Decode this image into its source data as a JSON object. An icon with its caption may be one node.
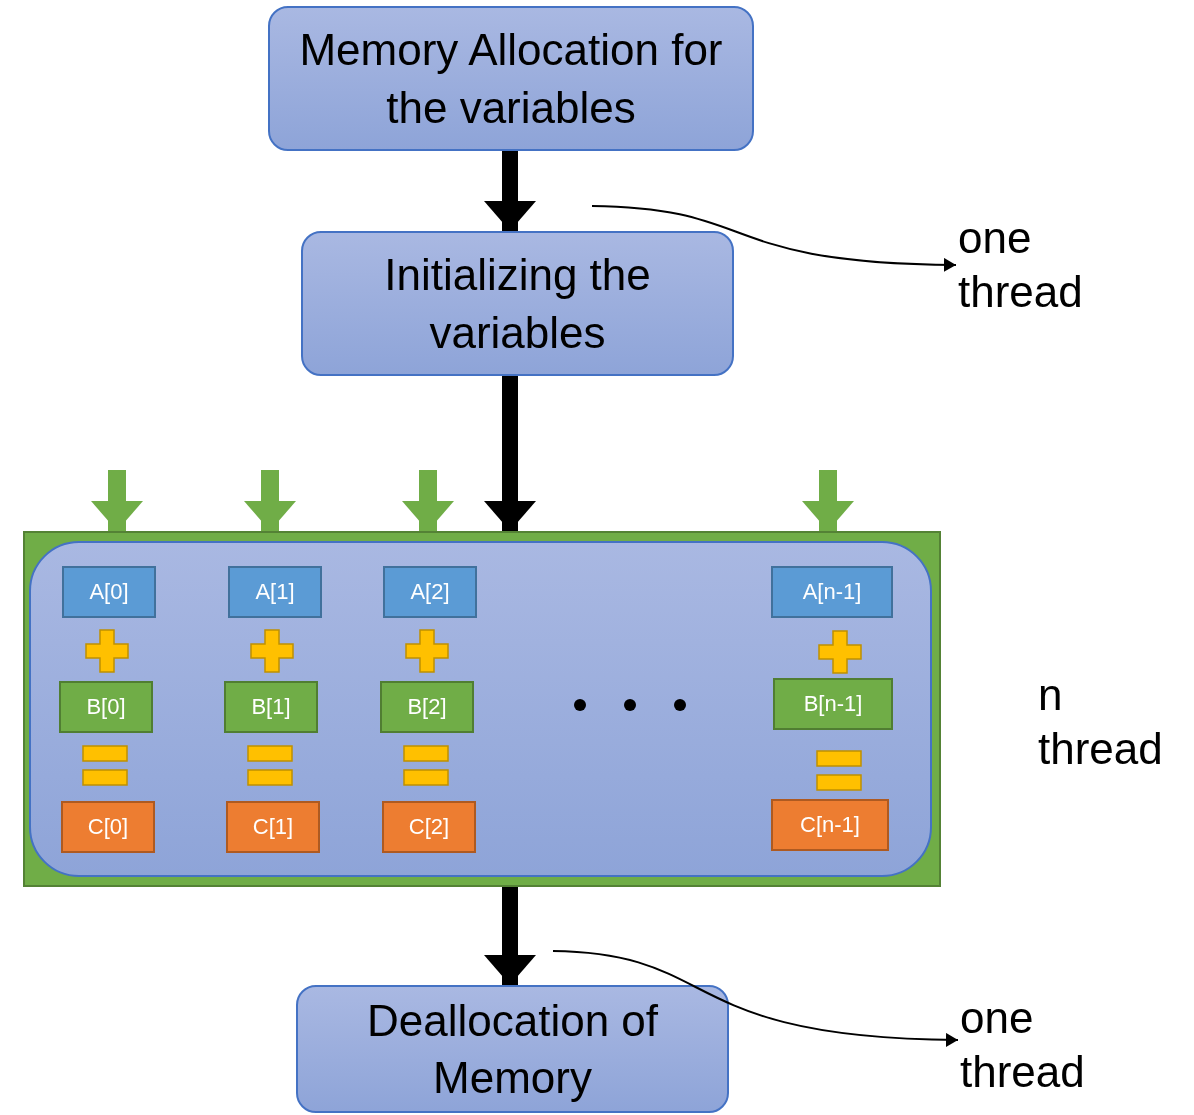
{
  "diagram": {
    "nodes": [
      {
        "text": [
          "Memory Allocation for the variables"
        ]
      },
      {
        "text": [
          "Initializing the variables"
        ]
      },
      {
        "text": [],
        "shape": "box"
      },
      {
        "text": [],
        "shape": "box",
        "in": 2
      },
      {
        "text": [
          "A[0]"
        ],
        "in": 3
      },
      {
        "text": [
          "A[1]"
        ],
        "in": 3
      },
      {
        "text": [
          "A[2]"
        ],
        "in": 3
      },
      {
        "text": [
          "A[n-1]"
        ],
        "in": 3
      },
      {
        "text": [
          "B[0]"
        ],
        "in": 3
      },
      {
        "text": [
          "B[1]"
        ],
        "in": 3
      },
      {
        "text": [
          "B[2]"
        ],
        "in": 3
      },
      {
        "text": [
          "B[n-1]"
        ],
        "in": 3
      },
      {
        "text": [
          "C[0]"
        ],
        "in": 3
      },
      {
        "text": [
          "C[1]"
        ],
        "in": 3
      },
      {
        "text": [
          "C[2]"
        ],
        "in": 3
      },
      {
        "text": [
          "C[n-1]"
        ],
        "in": 3
      },
      {
        "text": [
          "Deallocation of Memory"
        ]
      },
      {
        "text": [
          "one thread"
        ]
      },
      {
        "text": [
          "one thread"
        ]
      }
    ],
    "edges": [
      {
        "from": 0,
        "to": 1,
        "arrow": "to"
      },
      {
        "from": 1,
        "to": 2,
        "arrow": "to"
      },
      {
        "from": null,
        "to": 2,
        "arrow": "to",
        "color": "#70ad47"
      },
      {
        "from": null,
        "to": 2,
        "arrow": "to",
        "color": "#70ad47"
      },
      {
        "from": null,
        "to": 2,
        "arrow": "to",
        "color": "#70ad47"
      },
      {
        "from": null,
        "to": 2,
        "arrow": "to",
        "color": "#70ad47"
      },
      {
        "from": 2,
        "to": 16,
        "arrow": "to"
      },
      {
        "from": null,
        "to": 17,
        "arrow": "to"
      },
      {
        "from": null,
        "to": 18,
        "arrow": "to"
      }
    ],
    "labels": [
      "n thread"
    ]
  }
}
